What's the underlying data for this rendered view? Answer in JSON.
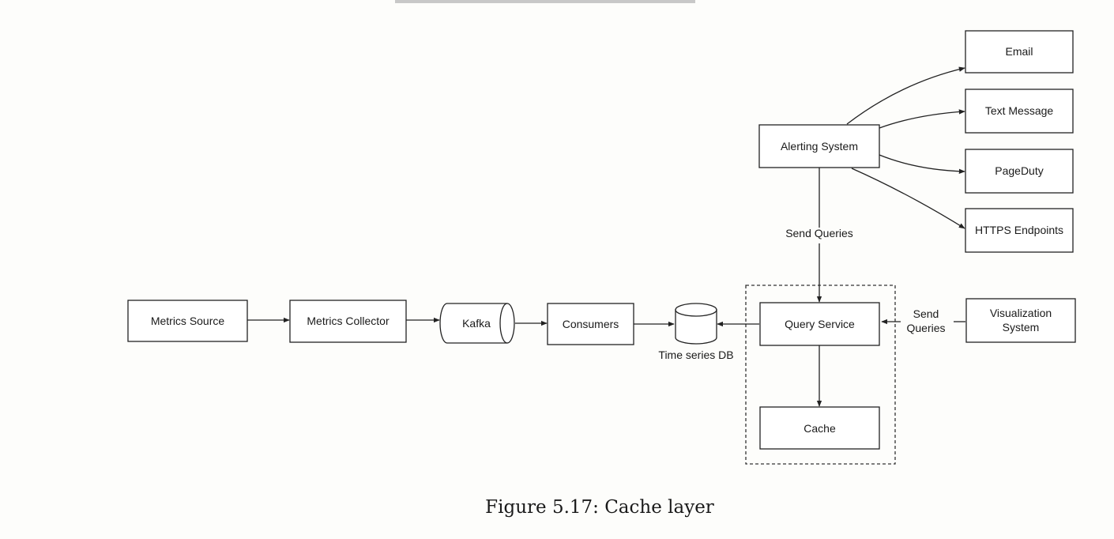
{
  "diagram": {
    "nodes": {
      "metrics_source": "Metrics Source",
      "metrics_collector": "Metrics Collector",
      "kafka": "Kafka",
      "consumers": "Consumers",
      "time_series_db": "Time series DB",
      "query_service": "Query Service",
      "cache": "Cache",
      "visualization_line1": "Visualization",
      "visualization_line2": "System",
      "alerting_system": "Alerting System",
      "email": "Email",
      "text_message": "Text Message",
      "pageduty": "PageDuty",
      "https_endpoints": "HTTPS Endpoints"
    },
    "edge_labels": {
      "alerting_send_queries": "Send Queries",
      "viz_send_line1": "Send",
      "viz_send_line2": "Queries"
    },
    "caption": "Figure 5.17: Cache layer"
  }
}
